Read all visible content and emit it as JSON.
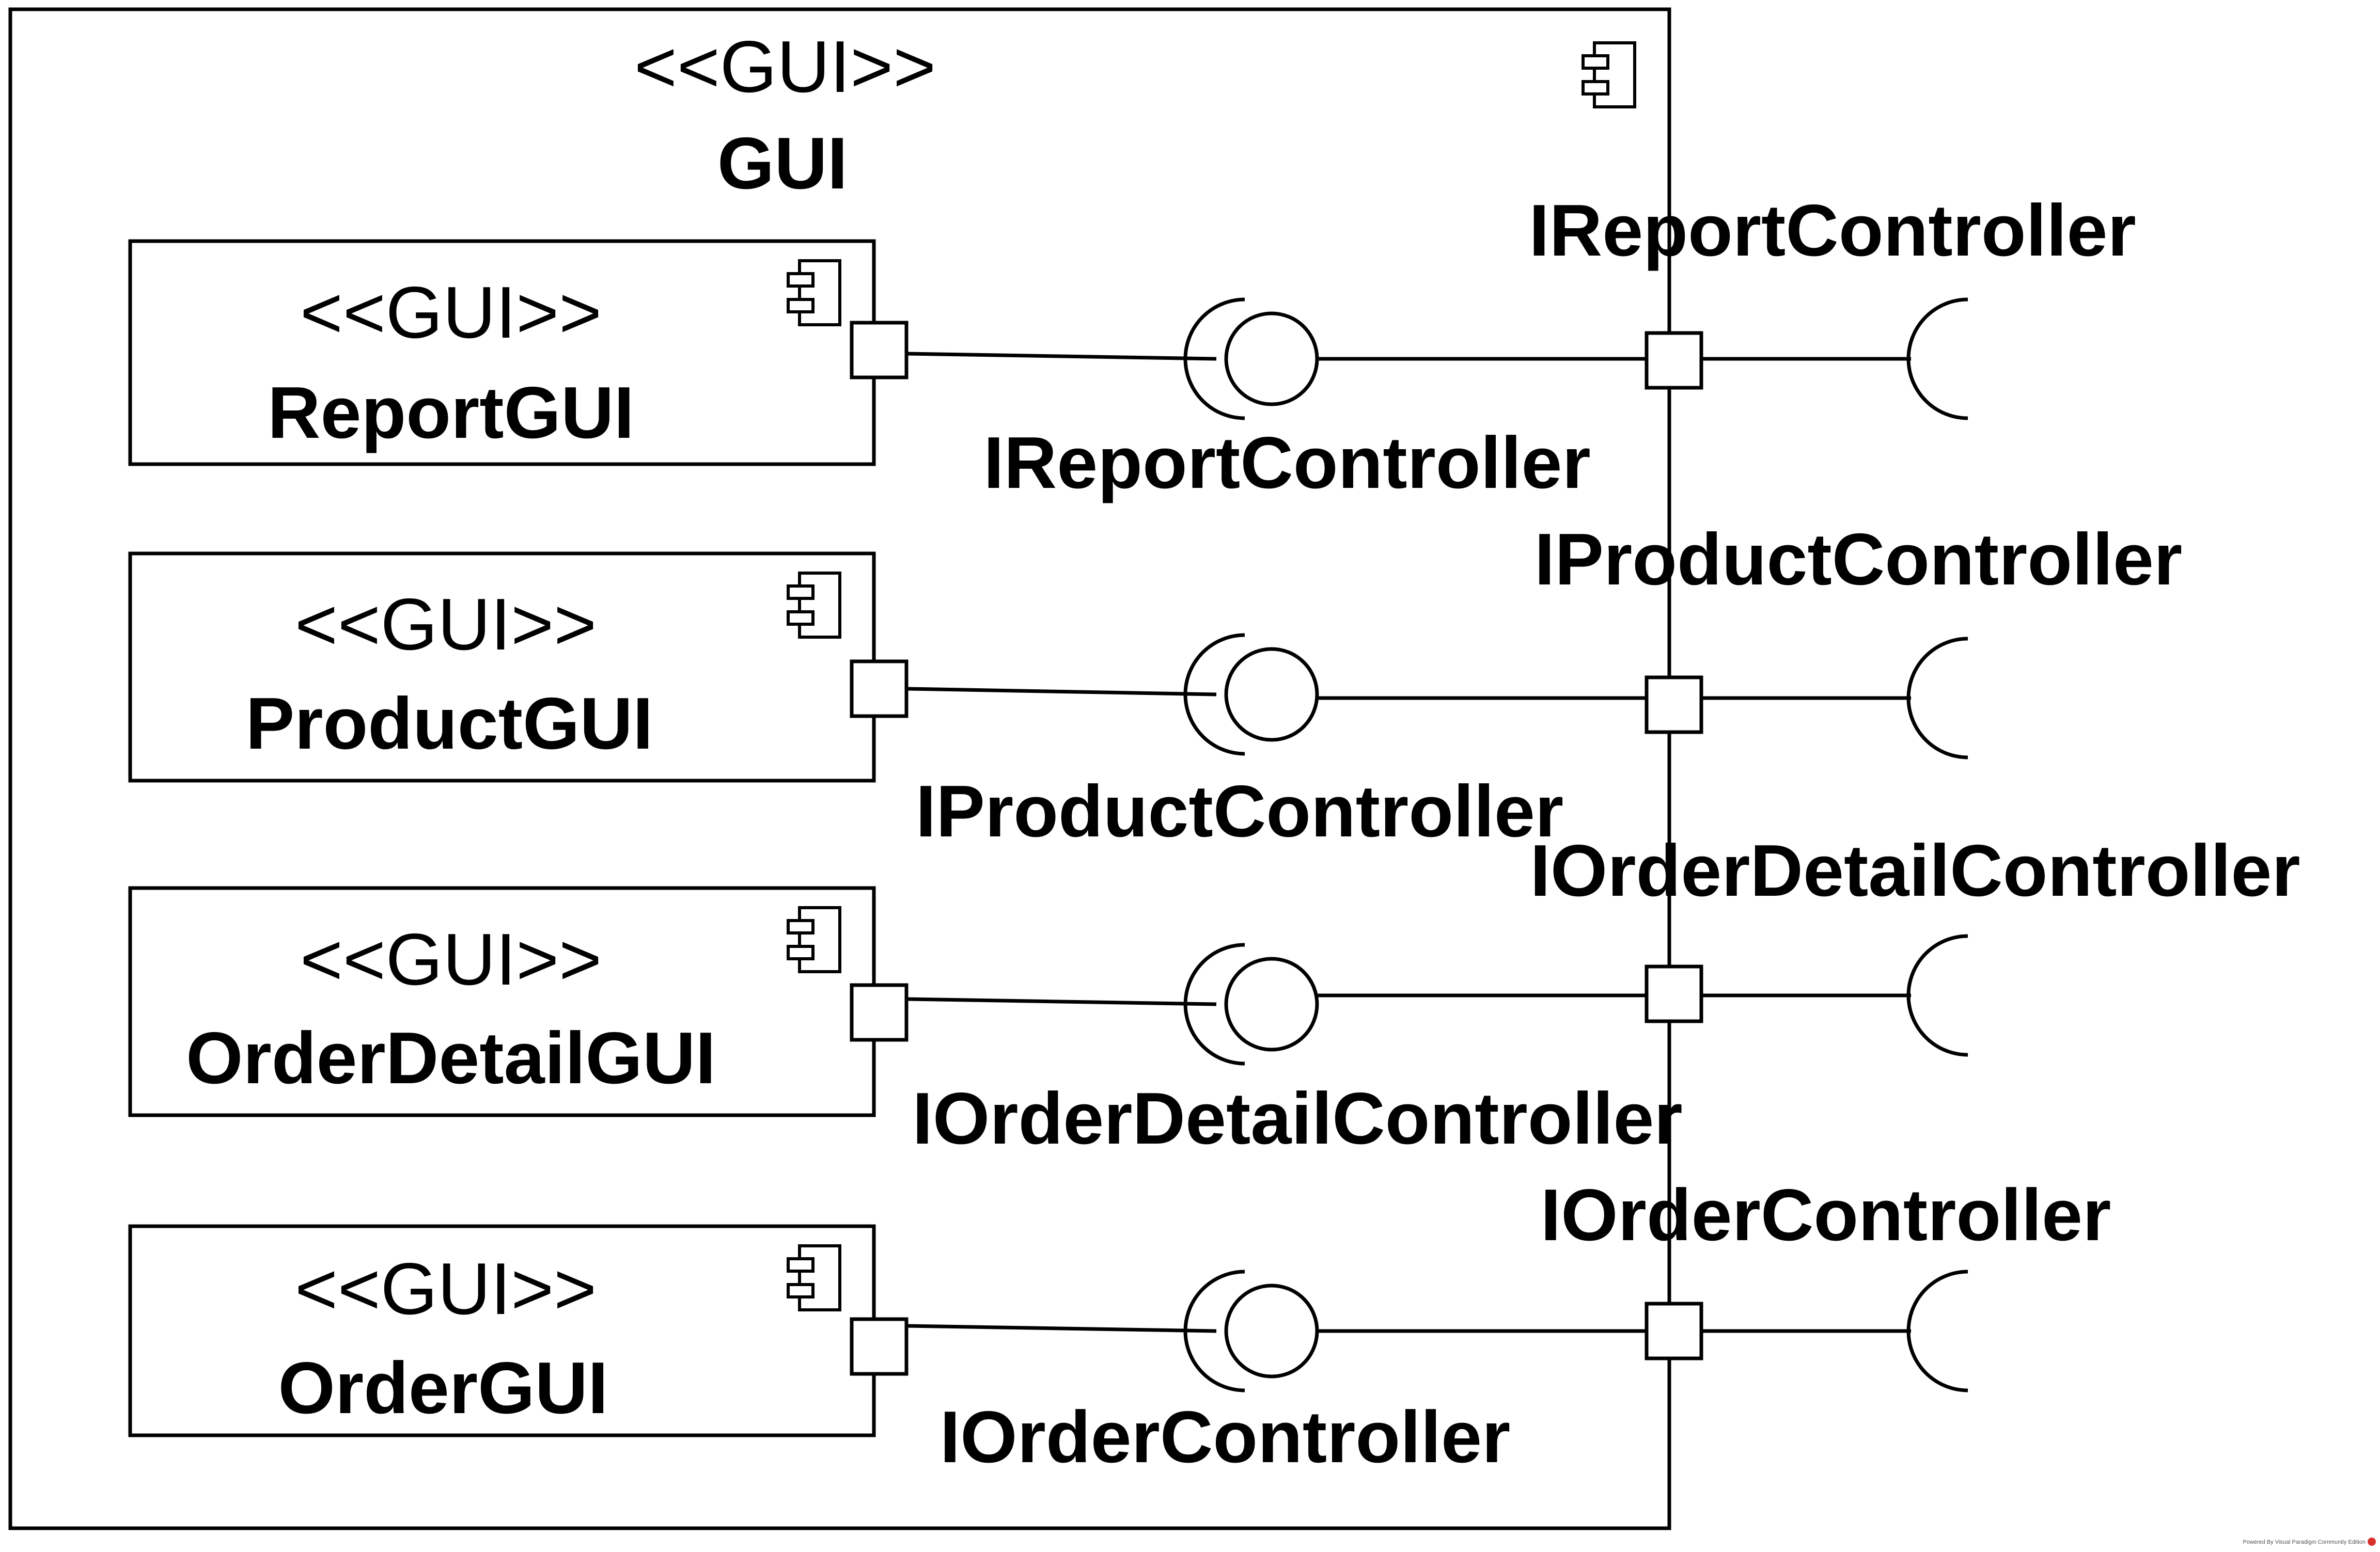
{
  "container": {
    "stereotype": "<<GUI>>",
    "name": "GUI",
    "icon": "component-icon"
  },
  "components": [
    {
      "stereotype": "<<GUI>>",
      "name": "ReportGUI",
      "icon": "component-icon",
      "required_interface": "IReportController",
      "provided_interface": "IReportController"
    },
    {
      "stereotype": "<<GUI>>",
      "name": "ProductGUI",
      "icon": "component-icon",
      "required_interface": "IProductController",
      "provided_interface": "IProductController"
    },
    {
      "stereotype": "<<GUI>>",
      "name": "OrderDetailGUI",
      "icon": "component-icon",
      "required_interface": "IOrderDetailController",
      "provided_interface": "IOrderDetailController"
    },
    {
      "stereotype": "<<GUI>>",
      "name": "OrderGUI",
      "icon": "component-icon",
      "required_interface": "IOrderController",
      "provided_interface": "IOrderController"
    }
  ],
  "footer": "Powered By Visual Paradigm Community Edition",
  "colors": {
    "stroke": "#000000",
    "background": "#ffffff",
    "footer_logo": "#d9302c"
  }
}
